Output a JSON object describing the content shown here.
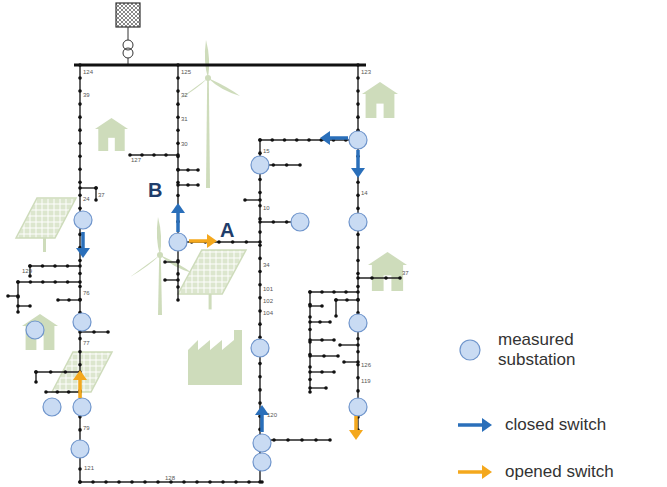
{
  "diagram": {
    "labels": [
      "A",
      "B",
      "124",
      "125",
      "123",
      "39",
      "32",
      "31",
      "30",
      "127",
      "15",
      "14",
      "10",
      "34",
      "101",
      "102",
      "104",
      "120",
      "121",
      "126",
      "119",
      "129",
      "24",
      "37",
      "76",
      "77",
      "79",
      "128",
      "37"
    ],
    "legend": [
      {
        "text": "measured substation"
      },
      {
        "text": "closed switch"
      },
      {
        "text": "opened switch"
      }
    ]
  }
}
